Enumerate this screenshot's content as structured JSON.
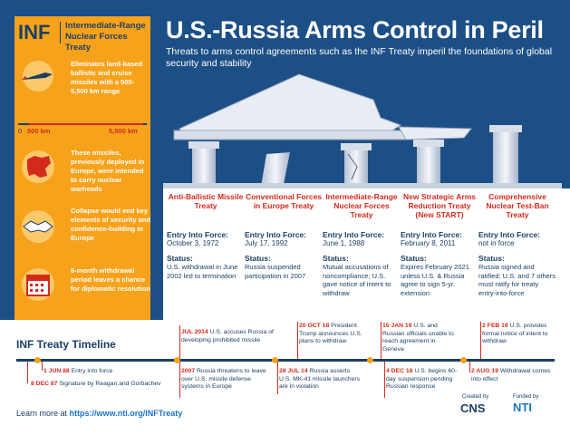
{
  "sidebar": {
    "code": "INF",
    "name": "Intermediate-Range Nuclear Forces Treaty",
    "items": [
      {
        "text": "Eliminates land-based ballistic and cruise missiles with a 500-5,500 km range",
        "icon": "missile-icon"
      },
      {
        "text": "These missiles, previously deployed in Europe, were intended to carry nuclear warheads",
        "icon": "europe-map-icon"
      },
      {
        "text": "Collapse would end key elements of security and confidence-building in Europe",
        "icon": "handshake-icon"
      },
      {
        "text": "6-month withdrawal period leaves a chance for diplomatic resolution",
        "icon": "calendar-icon"
      }
    ],
    "range": {
      "zero": "0",
      "min": "500 km",
      "max": "5,500 km"
    }
  },
  "header": {
    "title": "U.S.-Russia Arms Control in Peril",
    "subtitle": "Threats to arms control agreements such as the INF Treaty imperil the foundations of global security and stability"
  },
  "treaties": [
    {
      "name": "Anti-Ballistic Missile Treaty",
      "force_label": "Entry Into Force:",
      "force": "October 3, 1972",
      "status_label": "Status:",
      "status": "U.S. withdrawal in June 2002 led to termination"
    },
    {
      "name": "Conventional Forces in Europe Treaty",
      "force_label": "Entry Into Force:",
      "force": "July 17, 1992",
      "status_label": "Status:",
      "status": "Russia suspended participation in 2007"
    },
    {
      "name": "Intermediate-Range Nuclear Forces Treaty",
      "force_label": "Entry Into Force:",
      "force": "June 1, 1988",
      "status_label": "Status:",
      "status": "Mutual accusations of noncompliance; U.S. gave notice of intent to withdraw"
    },
    {
      "name": "New Strategic Arms Reduction Treaty (New START)",
      "force_label": "Entry Into Force:",
      "force": "February 8, 2011",
      "status_label": "Status:",
      "status": "Expires February 2021 unless U.S. & Russia agree to sign 5-yr. extension"
    },
    {
      "name": "Comprehensive Nuclear Test-Ban Treaty",
      "force_label": "Entry Into Force:",
      "force": "not in force",
      "status_label": "Status:",
      "status": "Russia signed and ratified; U.S. and 7 others must ratify for treaty entry-into-force"
    }
  ],
  "timeline": {
    "title": "INF Treaty Timeline",
    "events": [
      {
        "date": "1 JUN 88",
        "text": "Entry into force"
      },
      {
        "date": "8 DEC 87",
        "text": "Signature by Reagan and Gorbachev"
      },
      {
        "date": "JUL 2014",
        "text": "U.S. accuses Russia of developing prohibited missile"
      },
      {
        "date": "2007",
        "text": "Russia threatens to leave over U.S. missile defense systems in Europe"
      },
      {
        "date": "20 OCT 18",
        "text": "President Trump announces U.S. plans to withdraw"
      },
      {
        "date": "28 JUL 14",
        "text": "Russia asserts U.S. MK-41 missile launchers are in violation"
      },
      {
        "date": "15 JAN 19",
        "text": "U.S. and Russian officials unable to reach agreement in Geneva"
      },
      {
        "date": "4 DEC 18",
        "text": "U.S. begins 60-day suspension pending Russian response"
      },
      {
        "date": "2 FEB 19",
        "text": "U.S. provides formal notice of intent to withdraw"
      },
      {
        "date": "2 AUG 19",
        "text": "Withdrawal comes into effect"
      }
    ]
  },
  "footer": {
    "learn": "Learn more at",
    "url": "https://www.nti.org/INFTreaty",
    "created_by": "Created by",
    "cns": "CNS",
    "funded_by": "Funded by",
    "nti": "NTI"
  },
  "colors": {
    "navy": "#1c4f86",
    "orange": "#f7a21b",
    "red": "#d42a1d",
    "dark": "#1c3f66"
  }
}
